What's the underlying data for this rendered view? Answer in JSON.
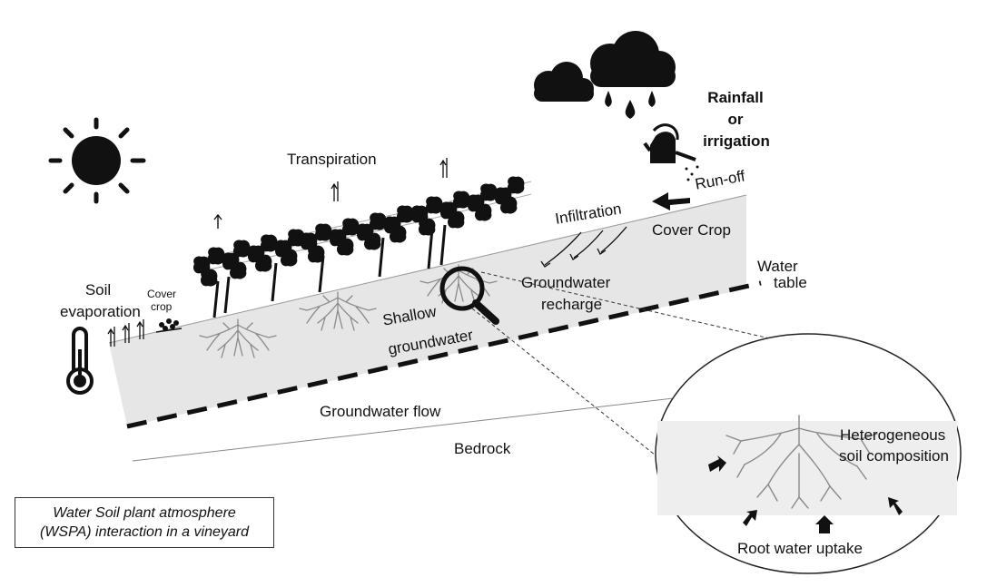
{
  "diagram": {
    "labels": {
      "transpiration": "Transpiration",
      "soil_evaporation_1": "Soil",
      "soil_evaporation_2": "evaporation",
      "cover_crop_small_1": "Cover",
      "cover_crop_small_2": "crop",
      "rainfall_1": "Rainfall",
      "rainfall_2": "or",
      "rainfall_3": "irrigation",
      "run_off": "Run-off",
      "infiltration": "Infiltration",
      "cover_crop": "Cover Crop",
      "water_table_1": "Water",
      "water_table_2": "table",
      "groundwater_recharge_1": "Groundwater",
      "groundwater_recharge_2": "recharge",
      "shallow_groundwater_1": "Shallow",
      "shallow_groundwater_2": "groundwater",
      "groundwater_flow": "Groundwater flow",
      "bedrock": "Bedrock",
      "heterogeneous_1": "Heterogeneous",
      "heterogeneous_2": "soil composition",
      "root_water_uptake": "Root water uptake"
    },
    "caption": {
      "line1": "Water Soil plant atmosphere",
      "line2": "(WSPA) interaction in a vineyard"
    },
    "colors": {
      "soil": "#e6e6e6",
      "ink": "#111111",
      "zoom_fill": "#eeeeee",
      "root": "#8a8a8a"
    },
    "icons": [
      "sun-icon",
      "thermometer-icon",
      "cloud-icon",
      "rain-drop-icon",
      "watering-can-icon",
      "magnifier-icon",
      "vine-icon",
      "root-icon",
      "arrow-icon"
    ]
  }
}
